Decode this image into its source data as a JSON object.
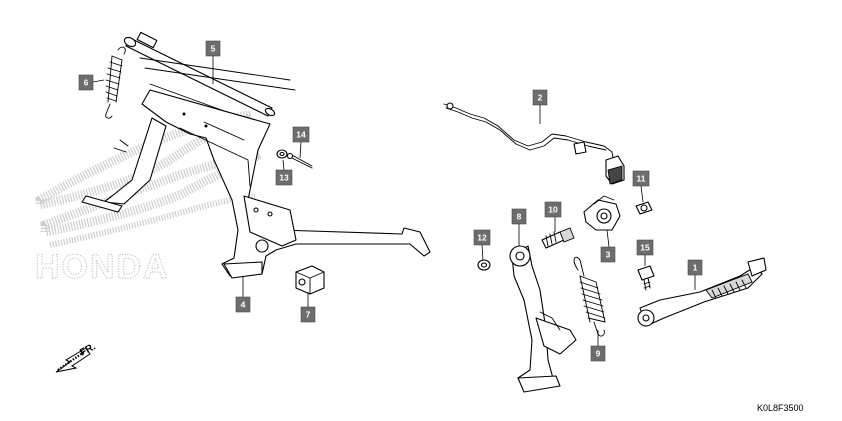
{
  "diagram": {
    "figure_code": "K0L8F3500",
    "direction_label": "FR.",
    "watermark_text": "HONDA",
    "callouts": [
      {
        "id": "c1",
        "label": "1"
      },
      {
        "id": "c2",
        "label": "2"
      },
      {
        "id": "c3",
        "label": "3"
      },
      {
        "id": "c4",
        "label": "4"
      },
      {
        "id": "c5",
        "label": "5"
      },
      {
        "id": "c6",
        "label": "6"
      },
      {
        "id": "c7",
        "label": "7"
      },
      {
        "id": "c8",
        "label": "8"
      },
      {
        "id": "c9",
        "label": "9"
      },
      {
        "id": "c10",
        "label": "10"
      },
      {
        "id": "c11",
        "label": "11"
      },
      {
        "id": "c12",
        "label": "12"
      },
      {
        "id": "c13",
        "label": "13"
      },
      {
        "id": "c14",
        "label": "14"
      },
      {
        "id": "c15",
        "label": "15"
      }
    ],
    "colors": {
      "callout_fill": "#6d6d6d",
      "callout_text": "#ffffff",
      "line": "#000000",
      "watermark": "#c8c8c8"
    }
  }
}
